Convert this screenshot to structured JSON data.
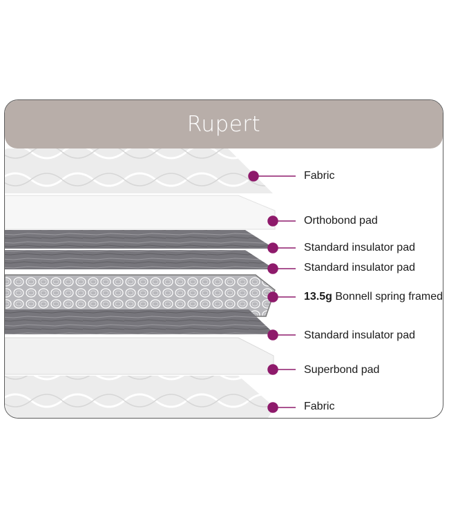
{
  "product": {
    "title": "Rupert"
  },
  "layers": [
    {
      "label": "Fabric"
    },
    {
      "label": "Orthobond pad"
    },
    {
      "label": "Standard insulator pad"
    },
    {
      "label": "Standard insulator pad"
    },
    {
      "label_bold": "13.5g",
      "label": " Bonnell spring framed"
    },
    {
      "label": "Standard insulator pad"
    },
    {
      "label": "Superbond pad"
    },
    {
      "label": "Fabric"
    }
  ],
  "colors": {
    "accent": "#8e1a6b",
    "header": "#b8aea9",
    "felt": "#77767c",
    "fabric": "#ececec",
    "pad": "#f7f7f7"
  }
}
